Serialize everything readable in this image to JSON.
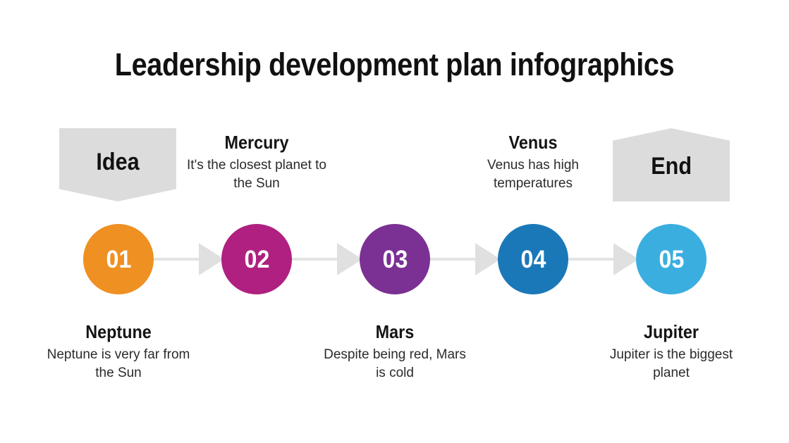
{
  "slide": {
    "title": "Leadership development plan infographics",
    "background_color": "#ffffff",
    "connector_color": "#e3e3e3",
    "badge_color": "#dcdcdc"
  },
  "badges": {
    "start": {
      "label": "Idea",
      "shape": "pentagon-down"
    },
    "end": {
      "label": "End",
      "shape": "pentagon-up"
    }
  },
  "steps": [
    {
      "number": "01",
      "color": "#ef9022",
      "position": "bottom",
      "title": "Neptune",
      "description": "Neptune is very far from the Sun"
    },
    {
      "number": "02",
      "color": "#af2080",
      "position": "top",
      "title": "Mercury",
      "description": "It's the closest planet to the Sun"
    },
    {
      "number": "03",
      "color": "#7b3094",
      "position": "bottom",
      "title": "Mars",
      "description": "Despite being red, Mars is cold"
    },
    {
      "number": "04",
      "color": "#1b78b8",
      "position": "top",
      "title": "Venus",
      "description": "Venus has high temperatures"
    },
    {
      "number": "05",
      "color": "#3baee0",
      "position": "bottom",
      "title": "Jupiter",
      "description": "Jupiter is the biggest planet"
    }
  ]
}
